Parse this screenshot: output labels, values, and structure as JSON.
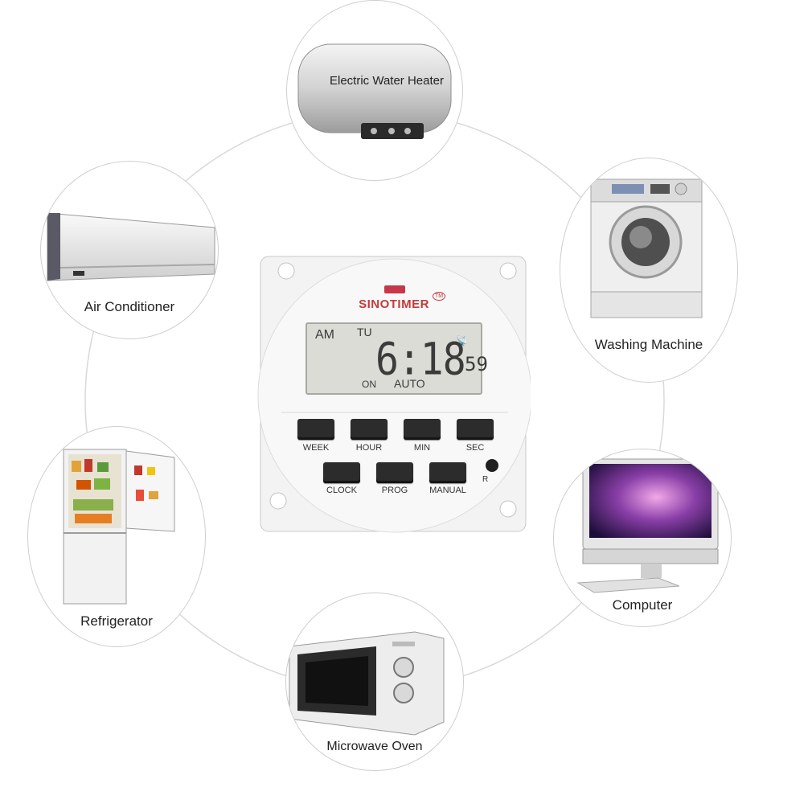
{
  "appliances": {
    "water_heater": "Electric Water Heater",
    "air_conditioner": "Air Conditioner",
    "washing_machine": "Washing Machine",
    "refrigerator": "Refrigerator",
    "computer": "Computer",
    "microwave": "Microwave Oven"
  },
  "timer": {
    "brand": "SINOTIMER",
    "trademark": "TM",
    "display": {
      "period": "AM",
      "day": "TU",
      "time": "6:18",
      "seconds": "59",
      "state": "ON",
      "mode": "AUTO"
    },
    "buttons": [
      "WEEK",
      "HOUR",
      "MIN",
      "SEC",
      "CLOCK",
      "PROG",
      "MANUAL"
    ],
    "reset_label": "R"
  },
  "colors": {
    "brand": "#c53a3a",
    "device_body": "#f3f3f3",
    "lcd": "#dcdcd6",
    "key": "#2c2c2c"
  }
}
